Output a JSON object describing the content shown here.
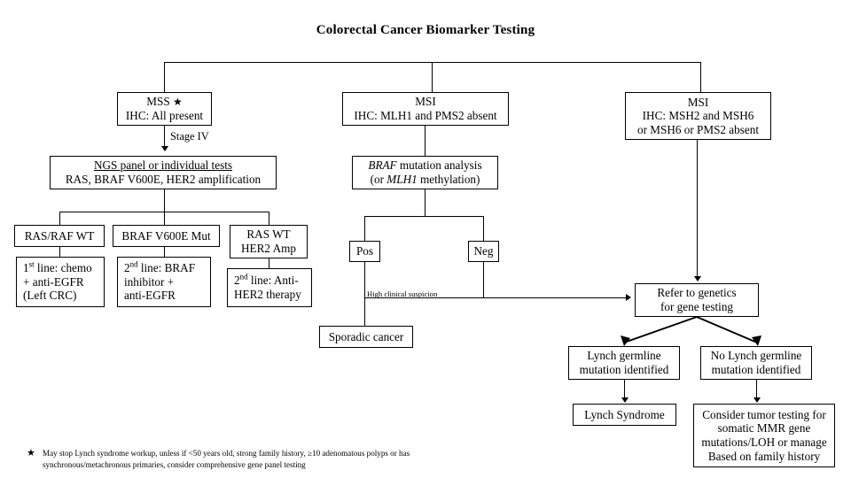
{
  "title": "Colorectal Cancer Biomarker Testing",
  "nodes": {
    "mss": {
      "line1": "MSS",
      "line2": "IHC: All present",
      "star": "★"
    },
    "msi_mlh1": {
      "line1": "MSI",
      "line2": "IHC: MLH1 and PMS2 absent"
    },
    "msi_msh2": {
      "line1": "MSI",
      "line2": "IHC: MSH2 and MSH6",
      "line3": "or MSH6 or PMS2 absent"
    },
    "ngs": {
      "line1": "NGS panel or individual tests",
      "line2": "RAS, BRAF V600E, HER2 amplification"
    },
    "ras_raf_wt": {
      "line1": "RAS/RAF WT"
    },
    "braf_mut": {
      "line1": "BRAF V600E Mut"
    },
    "ras_wt_her2": {
      "line1": "RAS WT",
      "line2": "HER2 Amp"
    },
    "tx_first": {
      "line1_pre": "1",
      "line1_sup": "st",
      "line1_post": " line: chemo",
      "line2": "+ anti-EGFR",
      "line3": "(Left CRC)"
    },
    "tx_braf": {
      "line1_pre": "2",
      "line1_sup": "nd",
      "line1_post": " line: BRAF",
      "line2": "inhibitor +",
      "line3": "anti-EGFR"
    },
    "tx_her2": {
      "line1_pre": "2",
      "line1_sup": "nd",
      "line1_post": " line: Anti-",
      "line2": "HER2 therapy"
    },
    "braf_analysis": {
      "line1_it": "BRAF",
      "line1_rest": " mutation analysis",
      "line2_pre": "(or ",
      "line2_it": "MLH1",
      "line2_post": " methylation)"
    },
    "pos": {
      "line1": "Pos"
    },
    "neg": {
      "line1": "Neg"
    },
    "sporadic": {
      "line1": "Sporadic cancer"
    },
    "refer_genetics": {
      "line1": "Refer to genetics",
      "line2": "for gene testing"
    },
    "lynch_found": {
      "line1": "Lynch germline",
      "line2": "mutation identified"
    },
    "lynch_not_found": {
      "line1": "No Lynch germline",
      "line2": "mutation identified"
    },
    "lynch_syndrome": {
      "line1": "Lynch Syndrome"
    },
    "consider_tumor": {
      "line1": "Consider tumor testing for",
      "line2": "somatic MMR gene",
      "line3": "mutations/LOH or manage",
      "line4": "Based on family history"
    }
  },
  "edge_labels": {
    "stage_iv": "Stage IV",
    "high_clinical_suspicion": "High clinical suspicion"
  },
  "footnote": {
    "star": "★",
    "line1": "May stop Lynch syndrome workup, unless if <50 years old, strong family history, ≥10 adenomatous polyps or has",
    "line2": "synchronous/metachronous primaries, consider comprehensive gene panel testing"
  },
  "colors": {
    "ink": "#000000",
    "background": "#ffffff"
  }
}
